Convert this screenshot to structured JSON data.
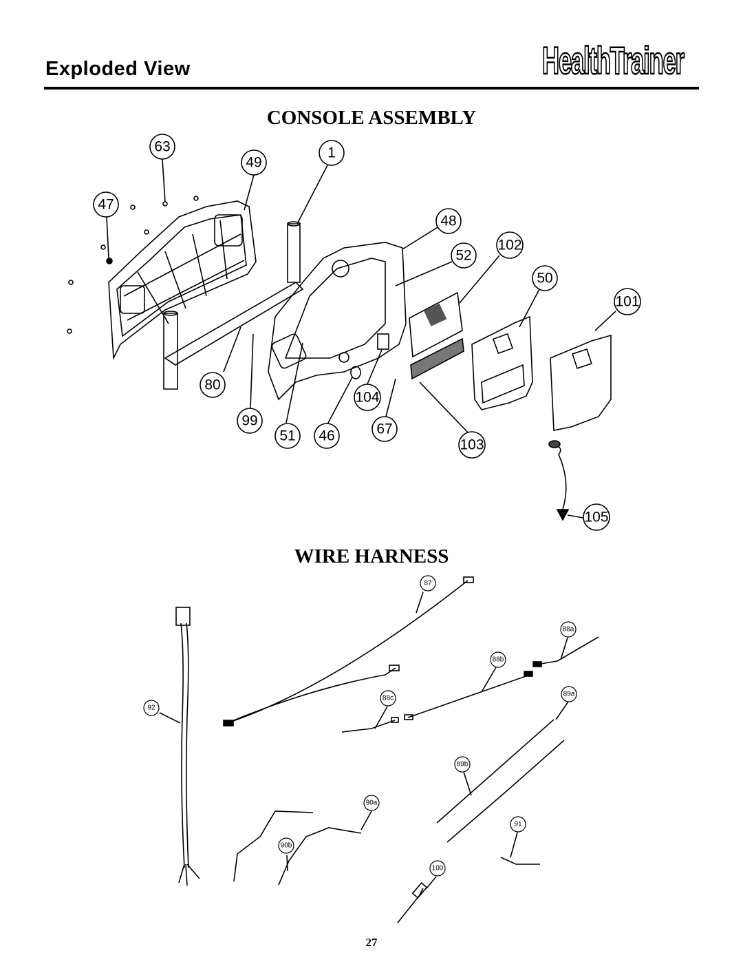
{
  "header": {
    "title": "Exploded View",
    "brand": "HealthTrainer"
  },
  "console_assembly": {
    "title": "CONSOLE ASSEMBLY",
    "callouts": [
      "63",
      "49",
      "1",
      "47",
      "48",
      "52",
      "102",
      "50",
      "101",
      "80",
      "99",
      "51",
      "46",
      "104",
      "67",
      "103",
      "105"
    ]
  },
  "wire_harness": {
    "title": "WIRE HARNESS",
    "callouts": [
      "87",
      "88a",
      "88b",
      "88c",
      "92",
      "89a",
      "89b",
      "90a",
      "90b",
      "91",
      "100"
    ]
  },
  "footer": {
    "page_number": "27"
  }
}
